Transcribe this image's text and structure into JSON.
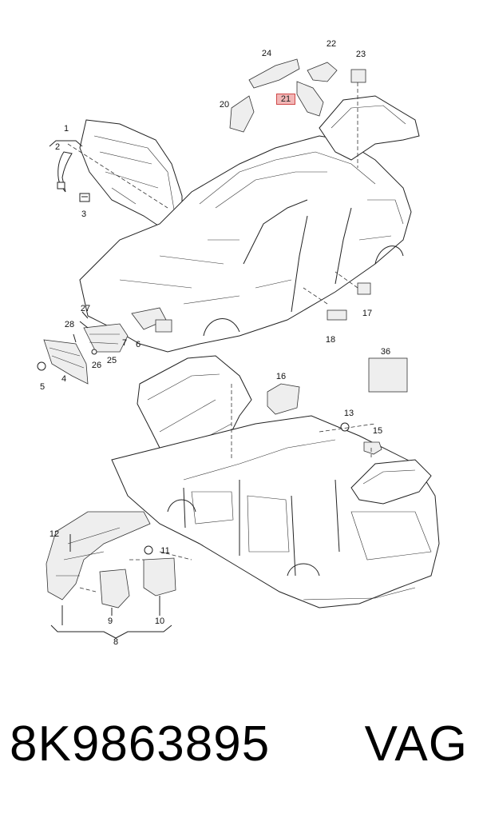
{
  "callouts": [
    {
      "id": "c1",
      "label": "1"
    },
    {
      "id": "c2",
      "label": "2"
    },
    {
      "id": "c3",
      "label": "3"
    },
    {
      "id": "c4",
      "label": "4"
    },
    {
      "id": "c5",
      "label": "5"
    },
    {
      "id": "c6",
      "label": "6"
    },
    {
      "id": "c7",
      "label": "7"
    },
    {
      "id": "c8",
      "label": "8"
    },
    {
      "id": "c9",
      "label": "9"
    },
    {
      "id": "c10",
      "label": "10"
    },
    {
      "id": "c11",
      "label": "11"
    },
    {
      "id": "c12",
      "label": "12"
    },
    {
      "id": "c13",
      "label": "13"
    },
    {
      "id": "c15",
      "label": "15"
    },
    {
      "id": "c16",
      "label": "16"
    },
    {
      "id": "c17",
      "label": "17"
    },
    {
      "id": "c18",
      "label": "18"
    },
    {
      "id": "c20",
      "label": "20"
    },
    {
      "id": "c21",
      "label": "21",
      "highlight": true
    },
    {
      "id": "c22",
      "label": "22"
    },
    {
      "id": "c23",
      "label": "23"
    },
    {
      "id": "c24",
      "label": "24"
    },
    {
      "id": "c25",
      "label": "25"
    },
    {
      "id": "c26",
      "label": "26"
    },
    {
      "id": "c27",
      "label": "27"
    },
    {
      "id": "c28",
      "label": "28"
    },
    {
      "id": "c36",
      "label": "36"
    }
  ],
  "footer": {
    "part_number": "8K9863895",
    "brand": "VAG"
  },
  "colors": {
    "highlight_fill": "#f2b6b6",
    "highlight_border": "#d04a4a",
    "line": "#222222"
  }
}
